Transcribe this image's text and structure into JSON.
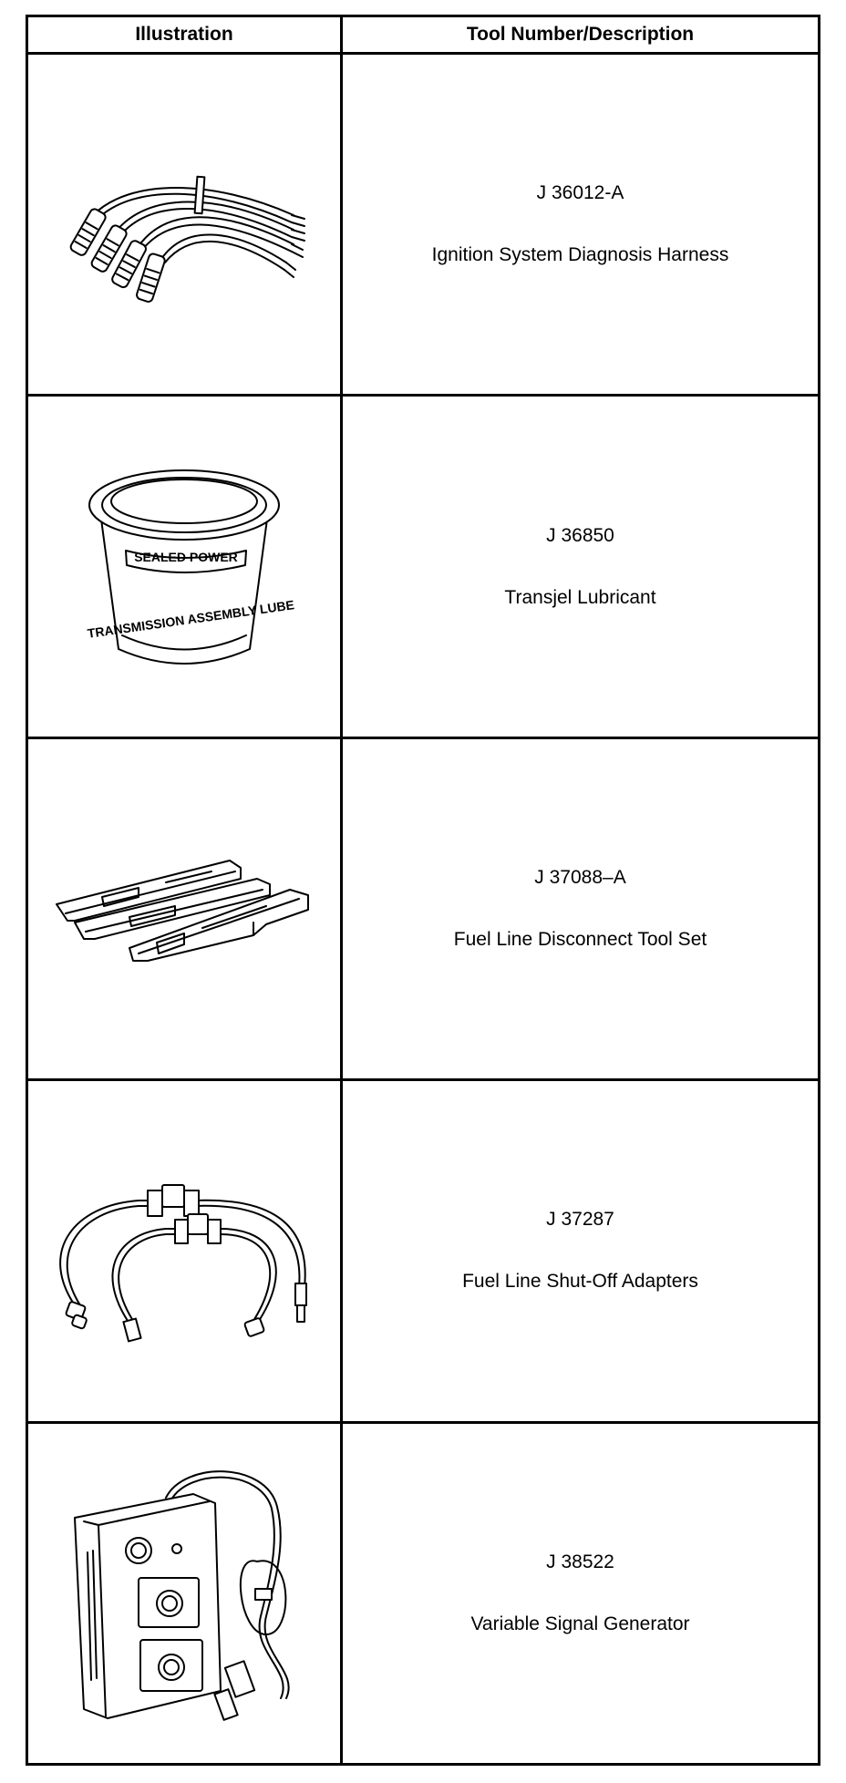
{
  "headers": {
    "illustration": "Illustration",
    "tool": "Tool Number/Description"
  },
  "rows": [
    {
      "number": "J 36012-A",
      "name": "Ignition System Diagnosis Harness",
      "icon": "ignition-harness-icon"
    },
    {
      "number": "J 36850",
      "name": "Transjel Lubricant",
      "icon": "lubricant-tub-icon",
      "illustration_text": [
        "SEALED POWER",
        "TRANSMISSION ASSEMBLY LUBE"
      ]
    },
    {
      "number": "J 37088–A",
      "name": "Fuel Line Disconnect Tool Set",
      "icon": "disconnect-tool-icon"
    },
    {
      "number": "J 37287",
      "name": "Fuel Line Shut-Off Adapters",
      "icon": "shutoff-adapters-icon"
    },
    {
      "number": "J 38522",
      "name": "Variable Signal Generator",
      "icon": "signal-generator-icon"
    }
  ]
}
